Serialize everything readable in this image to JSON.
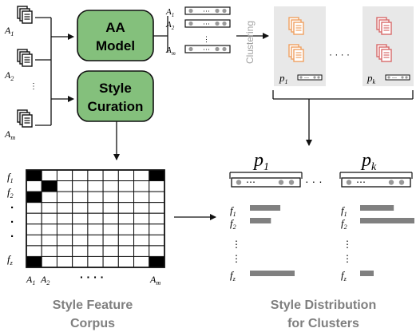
{
  "authors": {
    "a1": "A",
    "a1_sub": "1",
    "a2": "A",
    "a2_sub": "2",
    "am": "A",
    "am_sub": "m"
  },
  "boxes": {
    "aa_model_line1": "AA",
    "aa_model_line2": "Model",
    "style_curation_line1": "Style",
    "style_curation_line2": "Curation"
  },
  "embeddings": {
    "a1": "A",
    "a1_sub": "1",
    "a2": "A",
    "a2_sub": "2",
    "am": "A",
    "am_sub": "m",
    "ellipsis_dots": "⋯"
  },
  "clustering_label": "Clustering",
  "clusters": {
    "p1": "p",
    "p1_sub": "1",
    "pk": "p",
    "pk_sub": "k",
    "between_dots": "· · · ·"
  },
  "matrix": {
    "row_f1": "f",
    "row_f1_sub": "1",
    "row_f2": "f",
    "row_f2_sub": "2",
    "row_fz": "f",
    "row_fz_sub": "z",
    "col_a1": "A",
    "col_a1_sub": "1",
    "col_a2": "A",
    "col_a2_sub": "2",
    "col_am": "A",
    "col_am_sub": "m",
    "col_dots": "·  ·  ·  ·",
    "filled_cells": [
      [
        0,
        0
      ],
      [
        1,
        1
      ],
      [
        2,
        0
      ],
      [
        8,
        0
      ],
      [
        0,
        8
      ],
      [
        8,
        8
      ]
    ]
  },
  "distribution": {
    "p1": "p",
    "p1_sub": "1",
    "pk": "p",
    "pk_sub": "k",
    "between_dots": "·  ·  ·",
    "f1": "f",
    "f1_sub": "1",
    "f2": "f",
    "f2_sub": "2",
    "fz": "f",
    "fz_sub": "z",
    "p1_bars": [
      0.68,
      0.47,
      1.0
    ],
    "pk_bars": [
      0.62,
      1.0,
      0.25
    ]
  },
  "captions": {
    "corpus_line1": "Style Feature",
    "corpus_line2": "Corpus",
    "dist_line1": "Style Distribution",
    "dist_line2": "for Clusters"
  },
  "colors": {
    "box_fill": "#84c07c",
    "cluster_bg": "#e8e8e8",
    "orange_doc": "#f0a060",
    "red_doc": "#d86a6a",
    "bar": "#808080",
    "caption": "#7f7f7f"
  }
}
